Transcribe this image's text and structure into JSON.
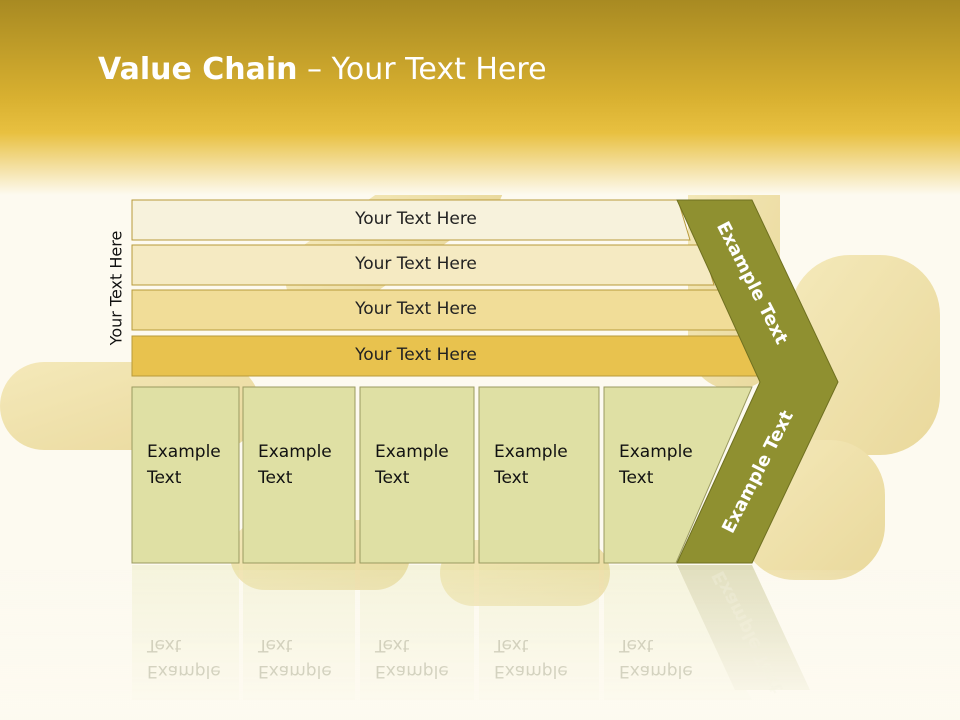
{
  "slide": {
    "title_bold": "Value Chain",
    "title_rest": " – Your Text Here",
    "side_label": "Your Text Here"
  },
  "rows": [
    {
      "label": "Your Text Here",
      "fill": "#f7f2dc"
    },
    {
      "label": "Your Text Here",
      "fill": "#f5eac2"
    },
    {
      "label": "Your Text Here",
      "fill": "#f1dd98"
    },
    {
      "label": "Your Text Here",
      "fill": "#e8c24e"
    }
  ],
  "boxes": [
    {
      "line1": "Example",
      "line2": "Text"
    },
    {
      "line1": "Example",
      "line2": "Text"
    },
    {
      "line1": "Example",
      "line2": "Text"
    },
    {
      "line1": "Example",
      "line2": "Text"
    },
    {
      "line1": "Example",
      "line2": "Text"
    }
  ],
  "arrow": {
    "upper_label": "Example Text",
    "lower_label": "Example Text"
  },
  "colors": {
    "header_gold": "#e3b832",
    "box_fill": "#dfe0a4",
    "arrow_fill": "#8f9030"
  }
}
